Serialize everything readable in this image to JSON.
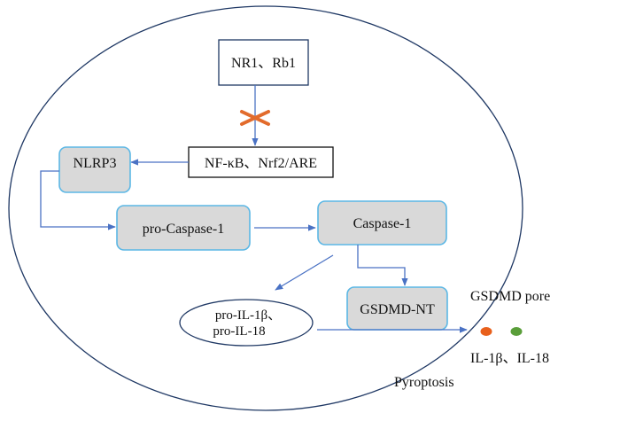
{
  "nodes": {
    "nr1": "NR1、Rb1",
    "nfkb": "NF-κB、Nrf2/ARE",
    "nlrp3": "NLRP3",
    "procasp": "pro-Caspase-1",
    "casp": "Caspase-1",
    "gsdmd_nt": "GSDMD-NT",
    "proil_1": "pro-IL-1β、",
    "proil_2": "pro-IL-18"
  },
  "labels": {
    "gsdmd_pore": "GSDMD pore",
    "il": "IL-1β、IL-18",
    "pyroptosis": "Pyroptosis"
  },
  "colors": {
    "arrow": "#4a72c4",
    "box_fill": "#d9d9d9",
    "box_border": "#5bb7e5",
    "cell_border": "#1f3864",
    "inhibit": "#e26b2c",
    "dot_orange": "#e8601c",
    "dot_green": "#5a9e3a"
  }
}
